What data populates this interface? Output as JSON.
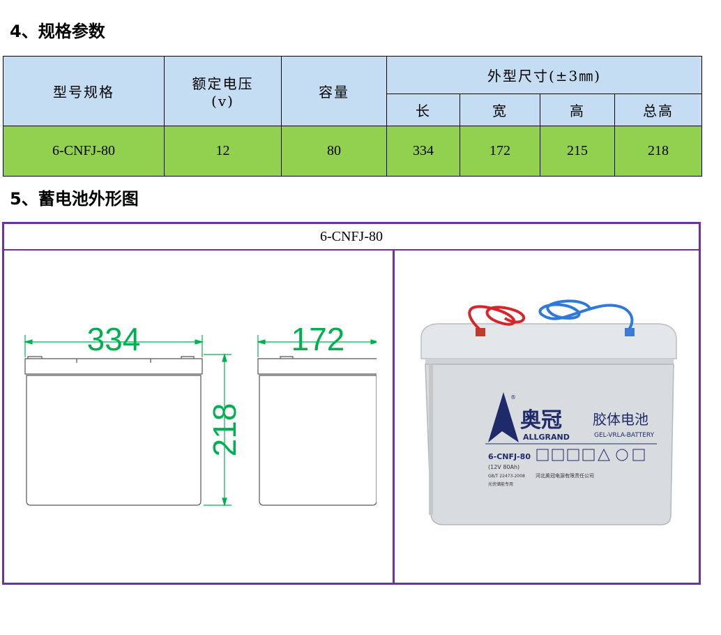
{
  "section4": {
    "title": "4、规格参数"
  },
  "spec_table": {
    "headers": {
      "model": "型号规格",
      "voltage": "额定电压",
      "voltage_unit": "(v)",
      "capacity": "容量",
      "dimensions": "外型尺寸(±3㎜)",
      "length": "长",
      "width": "宽",
      "height": "高",
      "total_height": "总高"
    },
    "row": {
      "model": "6-CNFJ-80",
      "voltage": "12",
      "capacity": "80",
      "length": "334",
      "width": "172",
      "height": "215",
      "total_height": "218"
    }
  },
  "section5": {
    "title": "5、蓄电池外形图"
  },
  "outline": {
    "model_label": "6-CNFJ-80",
    "drawing": {
      "length_dim": "334",
      "width_dim": "172",
      "height_dim": "218"
    },
    "photo": {
      "brand_cn": "奥冠",
      "brand_en": "ALLGRAND",
      "product_cn": "胶体电池",
      "product_en": "GEL-VRLA-BATTERY",
      "model": "6-CNFJ-80",
      "rating": "(12V 80Ah)",
      "standard": "GB/T 22473-2008",
      "use": "光伏储能专用",
      "maker": "河北奥冠电源有限责任公司"
    }
  },
  "colors": {
    "header_bg": "#c5ddf3",
    "value_row_bg": "#92d050",
    "frame_purple": "#7030a0",
    "dimension_green": "#00b050",
    "battery_gray": "#d8dcdf",
    "brand_navy": "#1f2a6b"
  }
}
